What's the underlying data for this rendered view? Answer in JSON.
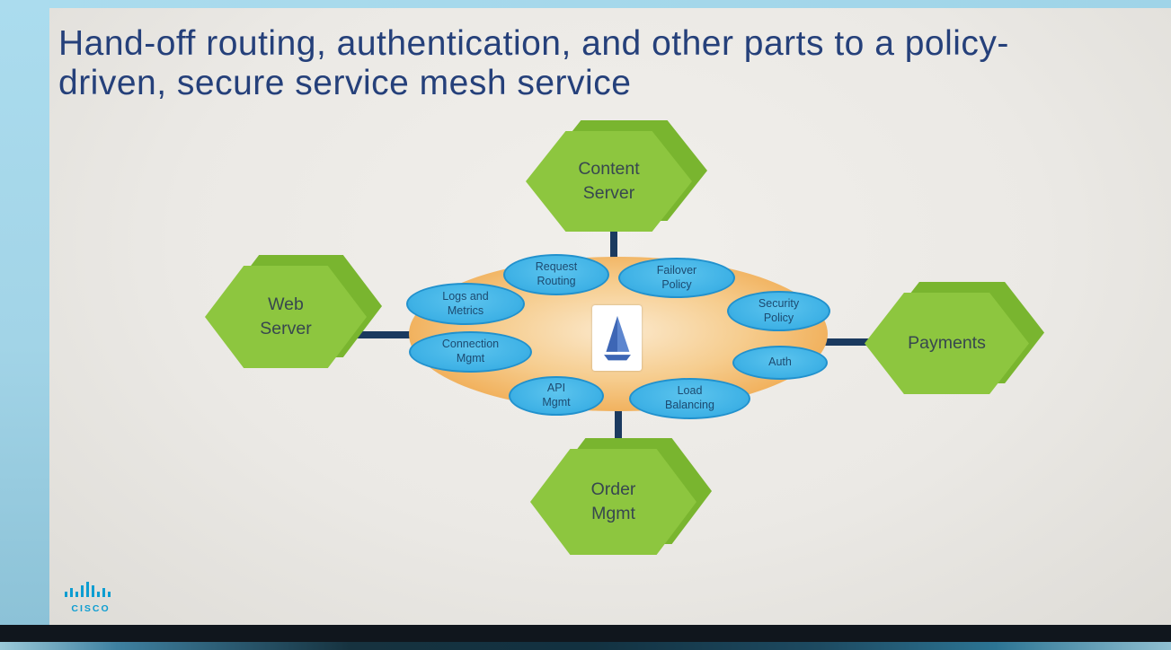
{
  "slide": {
    "title": "Hand-off routing, authentication, and other parts to a policy-driven, secure service mesh service"
  },
  "diagram": {
    "hexagons": [
      {
        "id": "content-server",
        "label": "Content Server"
      },
      {
        "id": "web-server",
        "label": "Web Server"
      },
      {
        "id": "payments",
        "label": "Payments"
      },
      {
        "id": "order-mgmt",
        "label": "Order Mgmt"
      }
    ],
    "capabilities": [
      {
        "label": "Request Routing"
      },
      {
        "label": "Failover Policy"
      },
      {
        "label": "Logs and Metrics"
      },
      {
        "label": "Security Policy"
      },
      {
        "label": "Connection Mgmt"
      },
      {
        "label": "Auth"
      },
      {
        "label": "API Mgmt"
      },
      {
        "label": "Load Balancing"
      }
    ],
    "center_icon": "istio-sailboat-logo"
  },
  "footer": {
    "brand": "CISCO"
  },
  "colors": {
    "hexagon_green": "#8dc63f",
    "capability_blue": "#3fb2e6",
    "mesh_orange": "#f0ab52",
    "title_blue": "#25407a",
    "connector_navy": "#1b3a5f",
    "cisco_blue": "#0d9dd1",
    "istio_blue": "#3d66b5"
  }
}
